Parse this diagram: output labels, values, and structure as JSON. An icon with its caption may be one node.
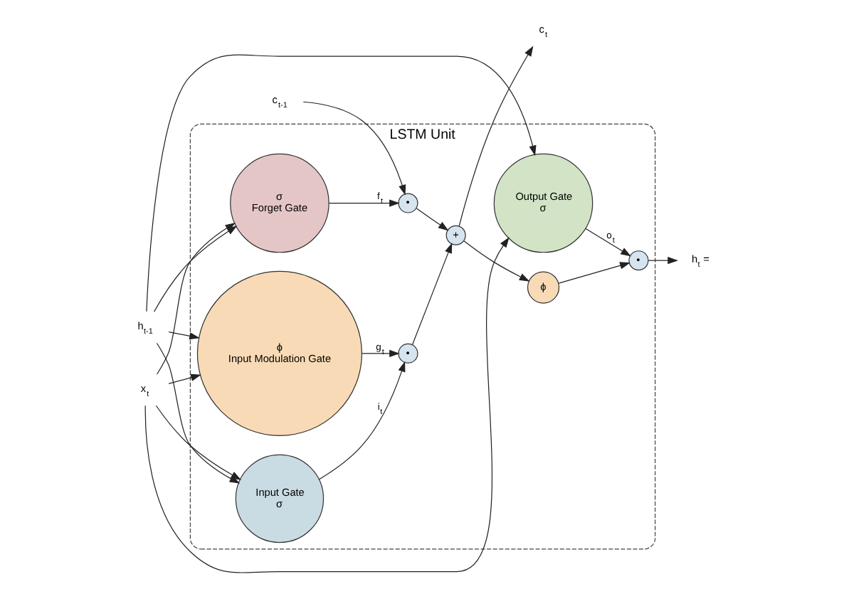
{
  "diagram": {
    "nodes": [
      {
        "text": [
          "LSTM Unit"
        ]
      },
      {
        "text": [
          "x$_{t}$"
        ]
      },
      {
        "text": [
          "h$_{t-1}$"
        ]
      },
      {
        "text": [
          "c$_{t-1}$"
        ]
      },
      {
        "text": [
          "Input Gate",
          "σ"
        ],
        "in": 0
      },
      {
        "text": [
          "Output Gate",
          "σ"
        ],
        "in": 0
      },
      {
        "text": [
          "ϕ",
          "Input Modulation Gate"
        ],
        "in": 0
      },
      {
        "text": [
          "σ",
          "Forget Gate"
        ],
        "in": 0
      },
      {
        "text": [
          "•"
        ],
        "in": 0
      },
      {
        "text": [
          "•"
        ],
        "in": 0
      },
      {
        "text": [
          "+"
        ],
        "in": 0
      },
      {
        "text": [
          "ϕ"
        ],
        "in": 0
      },
      {
        "text": [
          "•"
        ],
        "in": 0
      },
      {
        "text": [
          "h$_{t}$ ="
        ]
      },
      {
        "text": [
          "c$_{t}$"
        ]
      }
    ],
    "edges": [
      {
        "from": 1,
        "to": 4,
        "arrow": "to"
      },
      {
        "from": 2,
        "to": 4,
        "arrow": "to"
      },
      {
        "from": 1,
        "to": 5,
        "arrow": "to"
      },
      {
        "from": 2,
        "to": 5,
        "arrow": "to"
      },
      {
        "from": 1,
        "to": 6,
        "arrow": "to"
      },
      {
        "from": 2,
        "to": 6,
        "arrow": "to"
      },
      {
        "from": 1,
        "to": 7,
        "arrow": "to"
      },
      {
        "from": 2,
        "to": 7,
        "arrow": "to"
      },
      {
        "from": 4,
        "to": 8,
        "arrow": "to",
        "label": "i$_{t}$"
      },
      {
        "from": 6,
        "to": 8,
        "arrow": "to",
        "label": "g$_{t}$"
      },
      {
        "from": 7,
        "to": 9,
        "arrow": "to",
        "label": "f$_{t}$"
      },
      {
        "from": 3,
        "to": 9,
        "arrow": "to"
      },
      {
        "from": 8,
        "to": 10,
        "arrow": "to"
      },
      {
        "from": 9,
        "to": 10,
        "arrow": "to"
      },
      {
        "from": 10,
        "to": 11,
        "arrow": "to"
      },
      {
        "from": 10,
        "to": 14,
        "arrow": "to"
      },
      {
        "from": 11,
        "to": 12,
        "arrow": "to"
      },
      {
        "from": 5,
        "to": 12,
        "arrow": "to",
        "label": "o$_{t}$"
      },
      {
        "from": 12,
        "to": 13,
        "arrow": "to"
      }
    ]
  }
}
